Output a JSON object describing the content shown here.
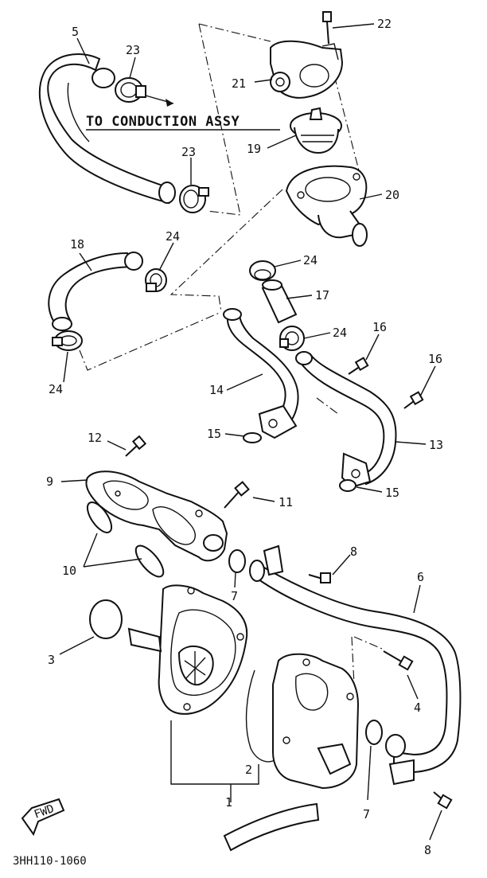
{
  "diagram": {
    "note": "TO CONDUCTION ASSY",
    "drawing_code": "3HH110-1060",
    "front_marker": "FWD",
    "callouts": [
      "1",
      "2",
      "3",
      "4",
      "5",
      "6",
      "7",
      "7",
      "8",
      "8",
      "9",
      "10",
      "11",
      "12",
      "13",
      "14",
      "15",
      "15",
      "16",
      "16",
      "17",
      "18",
      "19",
      "20",
      "21",
      "22",
      "23",
      "23",
      "24",
      "24",
      "24",
      "24"
    ]
  }
}
